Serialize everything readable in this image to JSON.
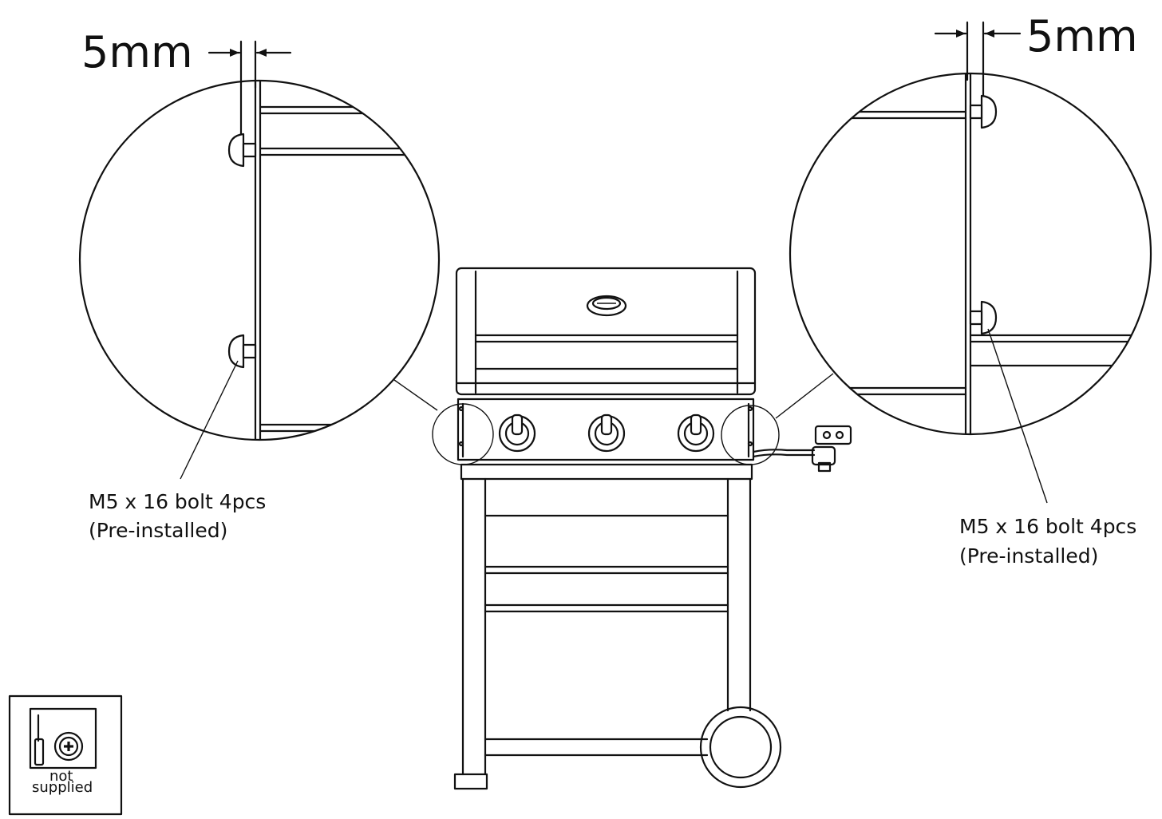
{
  "dimensions": {
    "left_gap": "5mm",
    "right_gap": "5mm"
  },
  "callouts": {
    "left": {
      "line1": "M5 x 16 bolt 4pcs",
      "line2": "(Pre-installed)"
    },
    "right": {
      "line1": "M5 x 16 bolt 4pcs",
      "line2": "(Pre-installed)"
    }
  },
  "tool_badge": {
    "line1": "not",
    "line2": "supplied",
    "icons": [
      "screwdriver-icon",
      "phillips-screw-icon"
    ]
  },
  "burner_knobs": 3,
  "colors": {
    "line": "#111111",
    "background": "#ffffff"
  }
}
